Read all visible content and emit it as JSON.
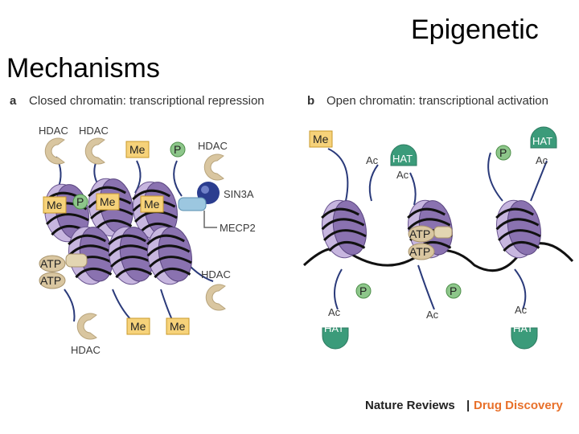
{
  "title": {
    "line1": "Epigenetic",
    "line2": "Mechanisms"
  },
  "panel_a": {
    "letter": "a",
    "heading": "Closed chromatin: transcriptional repression",
    "labels": {
      "hdac1": "HDAC",
      "hdac2": "HDAC",
      "hdac3": "HDAC",
      "hdac4": "HDAC",
      "hdac5": "HDAC",
      "sin3a": "SIN3A",
      "mecp2": "MECP2",
      "me1": "Me",
      "me2": "Me",
      "me3": "Me",
      "me4": "Me",
      "me5": "Me",
      "me6": "Me",
      "p1": "P",
      "p2": "P",
      "atp1": "ATP",
      "atp2": "ATP"
    }
  },
  "panel_b": {
    "letter": "b",
    "heading": "Open chromatin: transcriptional activation",
    "labels": {
      "me1": "Me",
      "ac1": "Ac",
      "ac2": "Ac",
      "ac3": "Ac",
      "ac4": "Ac",
      "ac5": "Ac",
      "ac6": "Ac",
      "hat1": "HAT",
      "hat2": "HAT",
      "hat3": "HAT",
      "hat4": "HAT",
      "p1": "P",
      "p2": "P",
      "p3": "P",
      "atp1": "ATP",
      "atp2": "ATP"
    }
  },
  "footer": {
    "journal": "Nature Reviews",
    "separator": "|",
    "section": "Drug Discovery"
  },
  "colors": {
    "nucleosome": "#8a72b0",
    "nucleosome_light": "#c7b6df",
    "hdac": "#d9c6a0",
    "me_box": "#f6d27a",
    "p_circle": "#8dc68a",
    "hat": "#3b9b7a",
    "sin3a": "#2b3d8f",
    "accent_orange": "#e8702a"
  }
}
